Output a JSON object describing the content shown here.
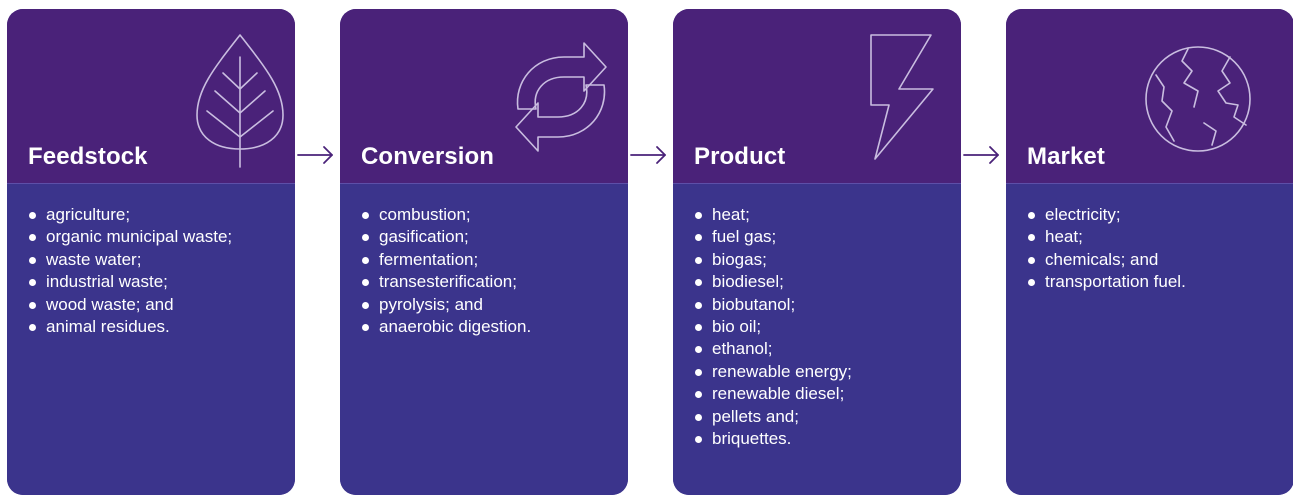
{
  "stages": [
    {
      "title": "Feedstock",
      "icon": "leaf-icon",
      "items": [
        "agriculture;",
        "organic municipal waste;",
        "waste water;",
        "industrial waste;",
        "wood waste; and",
        "animal residues."
      ]
    },
    {
      "title": "Conversion",
      "icon": "recycle-arrows-icon",
      "items": [
        "combustion;",
        "gasification;",
        "fermentation;",
        "transesterification;",
        "pyrolysis; and",
        "anaerobic digestion."
      ]
    },
    {
      "title": "Product",
      "icon": "lightning-bolt-icon",
      "items": [
        "heat;",
        "fuel gas;",
        "biogas;",
        "biodiesel;",
        "biobutanol;",
        "bio oil;",
        "ethanol;",
        "renewable energy;",
        "renewable diesel;",
        "pellets and;",
        "briquettes."
      ]
    },
    {
      "title": "Market",
      "icon": "globe-icon",
      "items": [
        "electricity;",
        "heat;",
        "chemicals; and",
        "transportation fuel."
      ]
    }
  ],
  "colors": {
    "header": "#4a2279",
    "body": "#3b348c",
    "text": "#ffffff",
    "arrow": "#4a2279"
  }
}
